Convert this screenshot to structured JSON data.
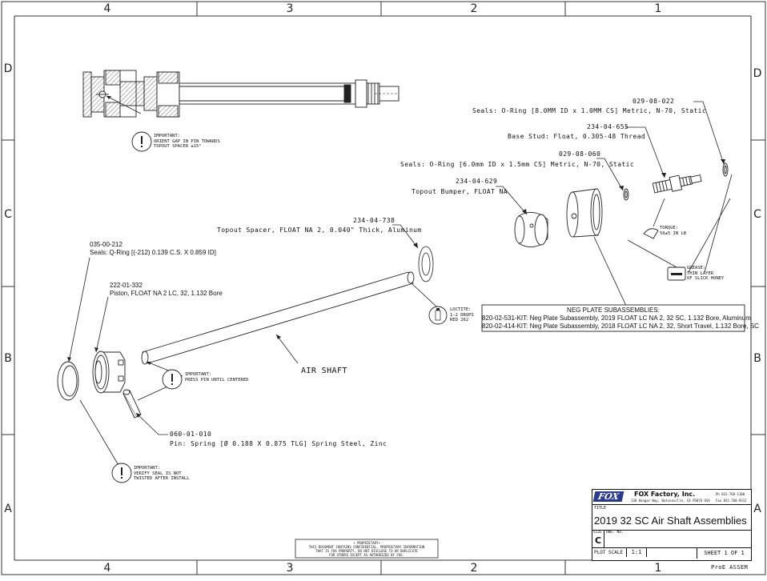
{
  "zones": {
    "columns": [
      "4",
      "3",
      "2",
      "1"
    ],
    "rows": [
      "D",
      "C",
      "B",
      "A"
    ]
  },
  "callouts": {
    "seal_029_08_022": {
      "part": "029-08-022",
      "desc": "Seals: O-Ring [8.0MM ID x 1.0MM CS] Metric, N-70, Static"
    },
    "base_stud": {
      "part": "234-04-655",
      "desc": "Base Stud: Float, 0.305-48 Thread"
    },
    "seal_029_08_060": {
      "part": "029-08-060",
      "desc": "Seals: O-Ring [6.0mm ID x 1.5mm CS] Metric, N-70, Static"
    },
    "topout_bumper": {
      "part": "234-04-629",
      "desc": "Topout Bumper, FLOAT NA"
    },
    "topout_spacer": {
      "part": "234-04-738",
      "desc": "Topout Spacer, FLOAT NA 2, 0.040\" Thick, Aluminum"
    },
    "qring": {
      "part": "035-00-212",
      "desc": "Seals: Q-Ring [(-212) 0.139 C.S. X 0.859 ID]"
    },
    "piston": {
      "part": "222-01-332",
      "desc": "Piston, FLOAT NA 2 LC, 32, 1.132 Bore"
    },
    "pin": {
      "part": "060-01-010",
      "desc": "Pin: Spring [Ø 0.188 X 0.875 TLG] Spring Steel, Zinc"
    },
    "air_shaft": "AIR SHAFT"
  },
  "notes": {
    "orient": [
      "IMPORTANT:",
      "ORIENT GAP IN PIN TOWARDS",
      "TOPOUT SPACER ±15°"
    ],
    "torque": [
      "TORQUE:",
      "50±5 IN LB"
    ],
    "grease": [
      "GREASE:",
      "THIN LAYER",
      "OF SLICK HONEY"
    ],
    "loctite": [
      "LOCTITE:",
      "1-2 DROPS",
      "RED 262"
    ],
    "press_pin": [
      "IMPORTANT:",
      "PRESS PIN UNTIL CENTERED"
    ],
    "verify_seal": [
      "IMPORTANT:",
      "VERIFY SEAL IS NOT",
      "TWISTED AFTER INSTALL"
    ]
  },
  "neg_plate": {
    "heading": "NEG PLATE SUBASSEMBLIES:",
    "lines": [
      "820-02-531-KIT: Neg Plate Subassembly, 2019 FLOAT LC NA 2, 32 SC, 1.132 Bore, Aluminum",
      "820-02-414-KIT: Neg Plate Subassembly, 2018 FLOAT LC NA 2, 32, Short Travel, 1.132 Bore, SC"
    ]
  },
  "proprietary": [
    "• PROPRIETARY•",
    "THIS DOCUMENT CONTAINS CONFIDENTIAL, PROPRIETARY INFORMATION",
    "THAT IS FOX PROPERTY.  DO NOT DISCLOSE TO OR DUPLICATE",
    "FOR OTHERS EXCEPT AS AUTHORIZED BY FOX."
  ],
  "title_block": {
    "logo": "FOX",
    "company": "FOX Factory, Inc.",
    "address": "130 Hangar Way, Watsonville, CA 95076 USA",
    "phone": "Ph 831-768-1100",
    "fax": "Fax 831-768-9312",
    "title_label": "TITLE",
    "title": "2019 32 SC Air Shaft Assemblies",
    "size_label": "SIZE",
    "size": "C",
    "dwg_label": "DWG. NO.",
    "scale_label": "PLOT SCALE",
    "scale": "1:1",
    "sheet": "SHEET 1 OF 1"
  },
  "footer_tag": "ProE ASSEM"
}
